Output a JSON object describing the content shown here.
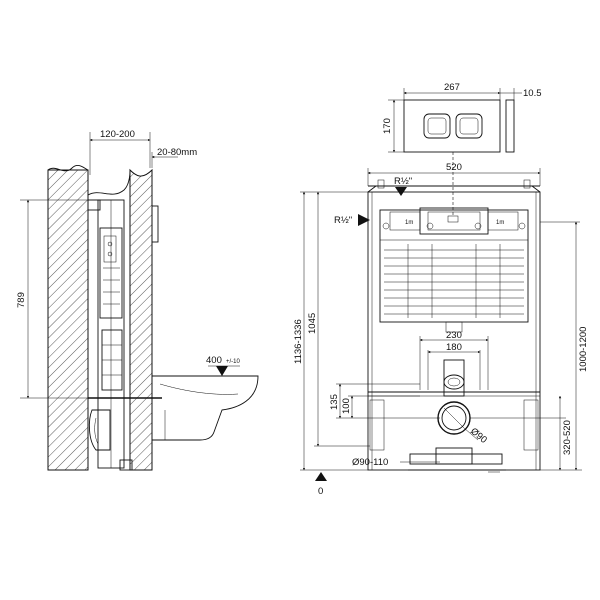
{
  "side_view": {
    "wall_depth_label": "120-200",
    "gap_label": "20-80mm",
    "height_label": "789",
    "seat_height_label": "400",
    "seat_tolerance_label": "+/-10"
  },
  "plate": {
    "width_label": "267",
    "height_label": "170",
    "thickness_label": "10.5"
  },
  "front_view": {
    "frame_width_label": "520",
    "inlet_top_label": "R½\"",
    "inlet_side_label": "R½\"",
    "inner_badge_left": "1m",
    "inner_badge_right": "1m",
    "height_adjust_label": "1136-1336",
    "tank_height_label": "1045",
    "bolt_width_outer_label": "230",
    "bolt_width_inner_label": "180",
    "bolt_height_outer_label": "135",
    "bolt_height_inner_label": "100",
    "outlet_diameter_label": "Ø90",
    "outlet_range_label": "Ø90-110",
    "right_height_label": "1000-1200",
    "outlet_height_label": "320-520",
    "floor_label": "0"
  }
}
